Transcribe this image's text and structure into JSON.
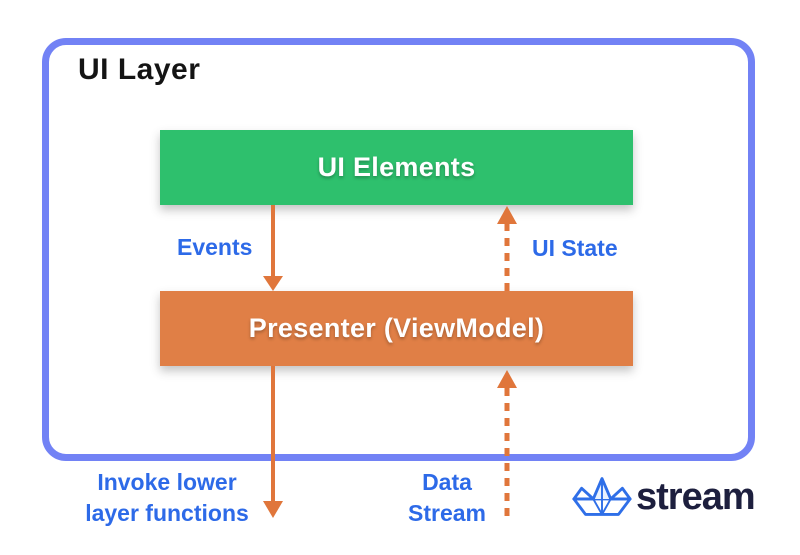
{
  "title": "UI Layer",
  "boxes": {
    "ui_elements": {
      "label": "UI Elements",
      "color": "#2EC06D"
    },
    "presenter": {
      "label": "Presenter (ViewModel)",
      "color": "#E07F46"
    }
  },
  "edges": {
    "events": {
      "label": "Events",
      "style": "solid",
      "direction": "down"
    },
    "ui_state": {
      "label": "UI State",
      "style": "dashed",
      "direction": "up"
    },
    "invoke": {
      "label": "Invoke lower layer functions",
      "style": "solid",
      "direction": "down"
    },
    "data_stream": {
      "label": "Data Stream",
      "style": "dashed",
      "direction": "up"
    }
  },
  "logo": {
    "text": "stream",
    "icon": "paper-boat-icon"
  },
  "colors": {
    "container_border": "#7282F5",
    "box_green": "#2EC06D",
    "box_orange": "#E07F46",
    "arrow_orange": "#E0763B",
    "label_blue": "#2D6AE8",
    "logo_blue": "#2F6FE8",
    "logo_text_navy": "#1D1F3E"
  }
}
